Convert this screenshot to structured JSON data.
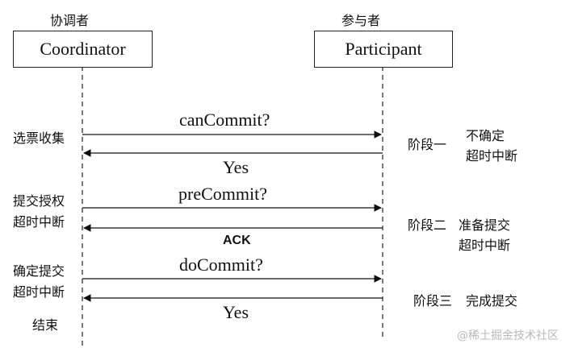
{
  "actors": {
    "left": {
      "header": "协调者",
      "label": "Coordinator"
    },
    "right": {
      "header": "参与者",
      "label": "Participant"
    }
  },
  "messages": [
    {
      "label": "canCommit?",
      "direction": "right"
    },
    {
      "label": "Yes",
      "direction": "left"
    },
    {
      "label": "preCommit?",
      "direction": "right"
    },
    {
      "label": "ACK",
      "direction": "left"
    },
    {
      "label": "doCommit?",
      "direction": "right"
    },
    {
      "label": "Yes",
      "direction": "left"
    }
  ],
  "left_notes": [
    {
      "lines": [
        "选票收集"
      ]
    },
    {
      "lines": [
        "提交授权",
        "超时中断"
      ]
    },
    {
      "lines": [
        "确定提交",
        "超时中断"
      ]
    },
    {
      "lines": [
        "结束"
      ]
    }
  ],
  "phases": [
    {
      "label": "阶段一",
      "notes": [
        "不确定",
        "超时中断"
      ]
    },
    {
      "label": "阶段二",
      "notes": [
        "准备提交",
        "超时中断"
      ]
    },
    {
      "label": "阶段三",
      "notes": [
        "完成提交"
      ]
    }
  ],
  "watermark": "@稀土掘金技术社区"
}
